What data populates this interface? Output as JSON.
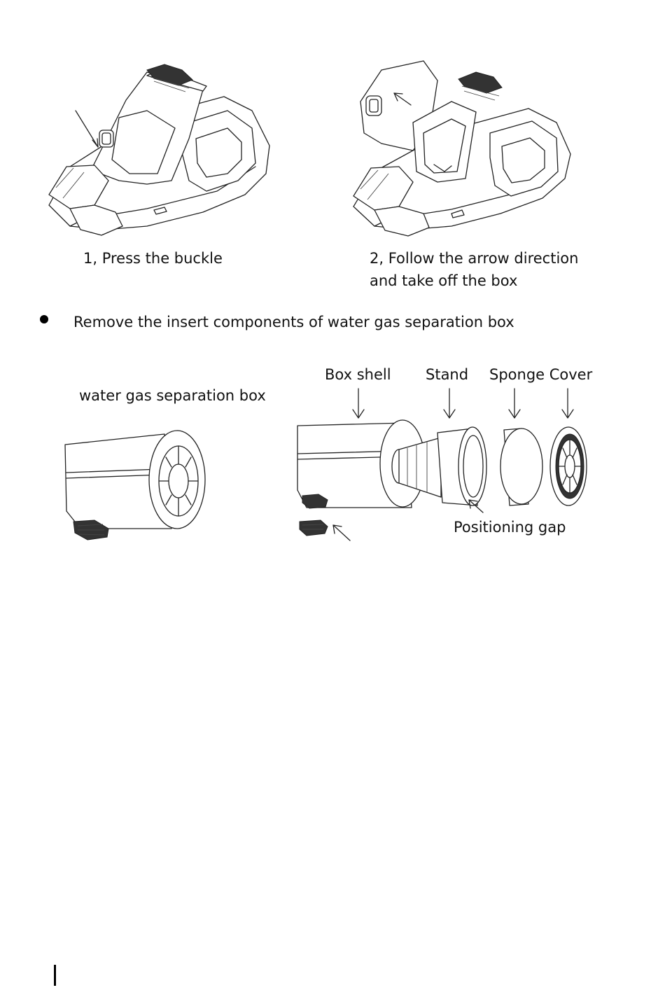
{
  "step1": {
    "caption": "1, Press the buckle"
  },
  "step2": {
    "line1": "2, Follow the arrow direction",
    "line2": "and take off the box"
  },
  "section": {
    "bullet_text": "Remove the insert components of water gas separation box"
  },
  "assembled": {
    "label": "water gas separation box"
  },
  "parts": {
    "box_shell": "Box shell",
    "stand": "Stand",
    "sponge_cover": "Sponge Cover",
    "positioning_gap": "Positioning gap"
  }
}
